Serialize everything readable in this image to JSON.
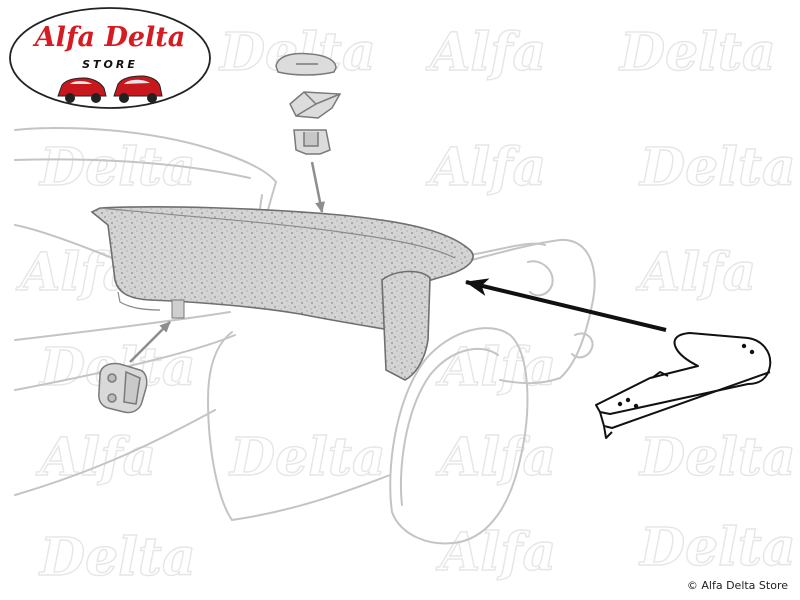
{
  "logo": {
    "brand": "Alfa Delta",
    "store": "STORE"
  },
  "watermark": {
    "words": [
      "Alfa",
      "Delta"
    ]
  },
  "footer": {
    "copyright": "© Alfa Delta Store"
  },
  "colors": {
    "brand_red": "#d41c22",
    "car_outline": "#c4c4c4",
    "part_fill": "#d9d9d9",
    "highlight_part": "#111111",
    "watermark": "#e6e6e6"
  }
}
